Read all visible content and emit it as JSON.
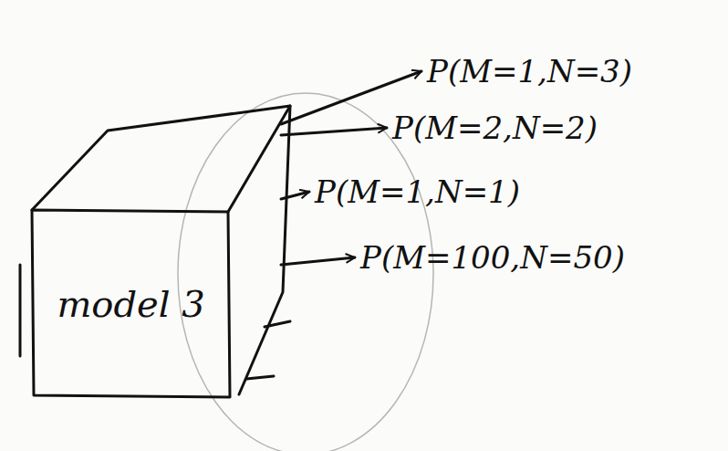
{
  "diagram": {
    "nodes": [
      {
        "text": [
          "model 3"
        ]
      },
      {
        "text": [
          "P(M=1,N=3)"
        ]
      },
      {
        "text": [
          "P(M=2,N=2)"
        ]
      },
      {
        "text": [
          "P(M=1,N=1)"
        ]
      },
      {
        "text": [
          "P(M=100,N=50)"
        ]
      }
    ],
    "edges": [
      {
        "from": 0,
        "to": 1,
        "arrow": "to"
      },
      {
        "from": 0,
        "to": 2,
        "arrow": "to"
      },
      {
        "from": 0,
        "to": 3,
        "arrow": "to"
      },
      {
        "from": 0,
        "to": 4,
        "arrow": "to"
      }
    ]
  }
}
